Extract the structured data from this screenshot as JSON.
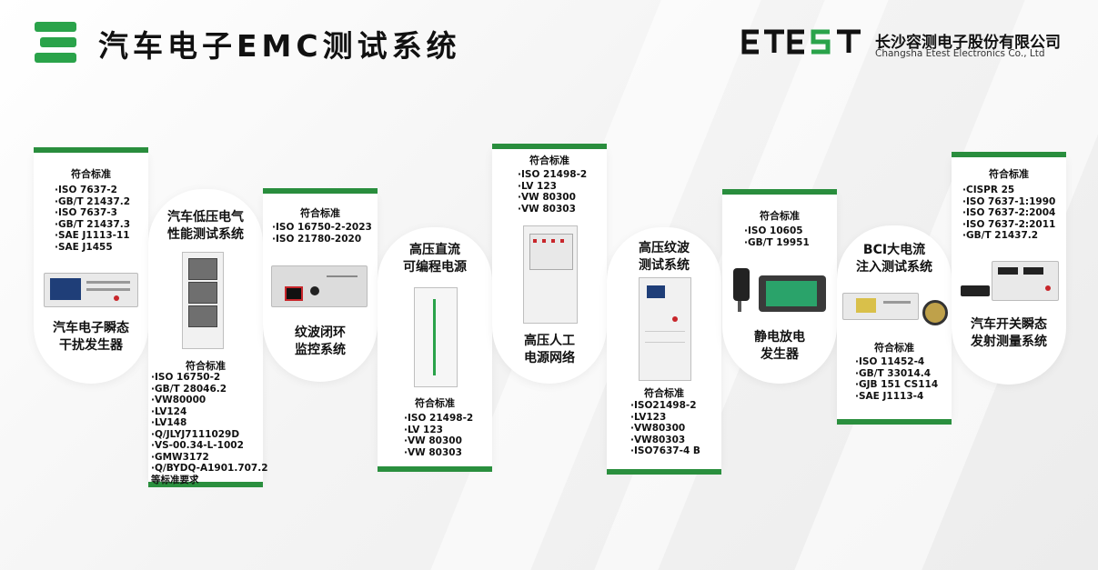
{
  "header": {
    "title": "汽车电子EMC测试系统",
    "brand": "ETEST",
    "company_cn": "长沙容测电子股份有限公司",
    "company_en": "Changsha Etest Electronics Co., Ltd"
  },
  "colors": {
    "accent": "#2aa34a",
    "bar": "#2a8f3e"
  },
  "cards": [
    {
      "name": "汽车电子瞬态干扰发生器",
      "name_lines": [
        "汽车电子瞬态",
        "干扰发生器"
      ],
      "std_label": "符合标准",
      "standards": [
        "·ISO 7637-2",
        "·GB/T 21437.2",
        "·ISO 7637-3",
        "·GB/T 21437.3",
        "·SAE J1113-11",
        "·SAE J1455"
      ]
    },
    {
      "name": "汽车低压电气性能测试系统",
      "name_lines": [
        "汽车低压电气",
        "性能测试系统"
      ],
      "std_label": "符合标准",
      "standards": [
        "·ISO 16750-2",
        "·GB/T 28046.2",
        "·VW80000",
        "·LV124",
        "·LV148",
        "·Q/JLYJ7111029D",
        "·VS-00.34-L-1002",
        "·GMW3172",
        "·Q/BYDQ-A1901.707.2",
        "等标准要求"
      ]
    },
    {
      "name": "纹波闭环监控系统",
      "name_lines": [
        "纹波闭环",
        "监控系统"
      ],
      "std_label": "符合标准",
      "standards": [
        "·ISO 16750-2-2023",
        "·ISO 21780-2020"
      ]
    },
    {
      "name": "高压直流可编程电源",
      "name_lines": [
        "高压直流",
        "可编程电源"
      ],
      "std_label": "符合标准",
      "standards": [
        "·ISO 21498-2",
        "·LV 123",
        "·VW 80300",
        "·VW 80303"
      ]
    },
    {
      "name": "高压人工电源网络",
      "name_lines": [
        "高压人工",
        "电源网络"
      ],
      "std_label": "符合标准",
      "standards": [
        "·ISO 21498-2",
        "·LV 123",
        "·VW 80300",
        "·VW 80303"
      ]
    },
    {
      "name": "高压纹波测试系统",
      "name_lines": [
        "高压纹波",
        "测试系统"
      ],
      "std_label": "符合标准",
      "standards": [
        "·ISO21498-2",
        "·LV123",
        "·VW80300",
        "·VW80303",
        "·ISO7637-4 B"
      ]
    },
    {
      "name": "静电放电发生器",
      "name_lines": [
        "静电放电",
        "发生器"
      ],
      "std_label": "符合标准",
      "standards": [
        "·ISO 10605",
        "·GB/T 19951"
      ]
    },
    {
      "name": "BCI大电流注入测试系统",
      "name_lines": [
        "BCI大电流",
        "注入测试系统"
      ],
      "std_label": "符合标准",
      "standards": [
        "·ISO 11452-4",
        "·GB/T 33014.4",
        "·GJB 151 CS114",
        "·SAE J1113-4"
      ]
    },
    {
      "name": "汽车开关瞬态发射测量系统",
      "name_lines": [
        "汽车开关瞬态",
        "发射测量系统"
      ],
      "std_label": "符合标准",
      "standards": [
        "·CISPR 25",
        "·ISO 7637-1:1990",
        "·ISO 7637-2:2004",
        "·ISO 7637-2:2011",
        "·GB/T 21437.2"
      ]
    }
  ]
}
